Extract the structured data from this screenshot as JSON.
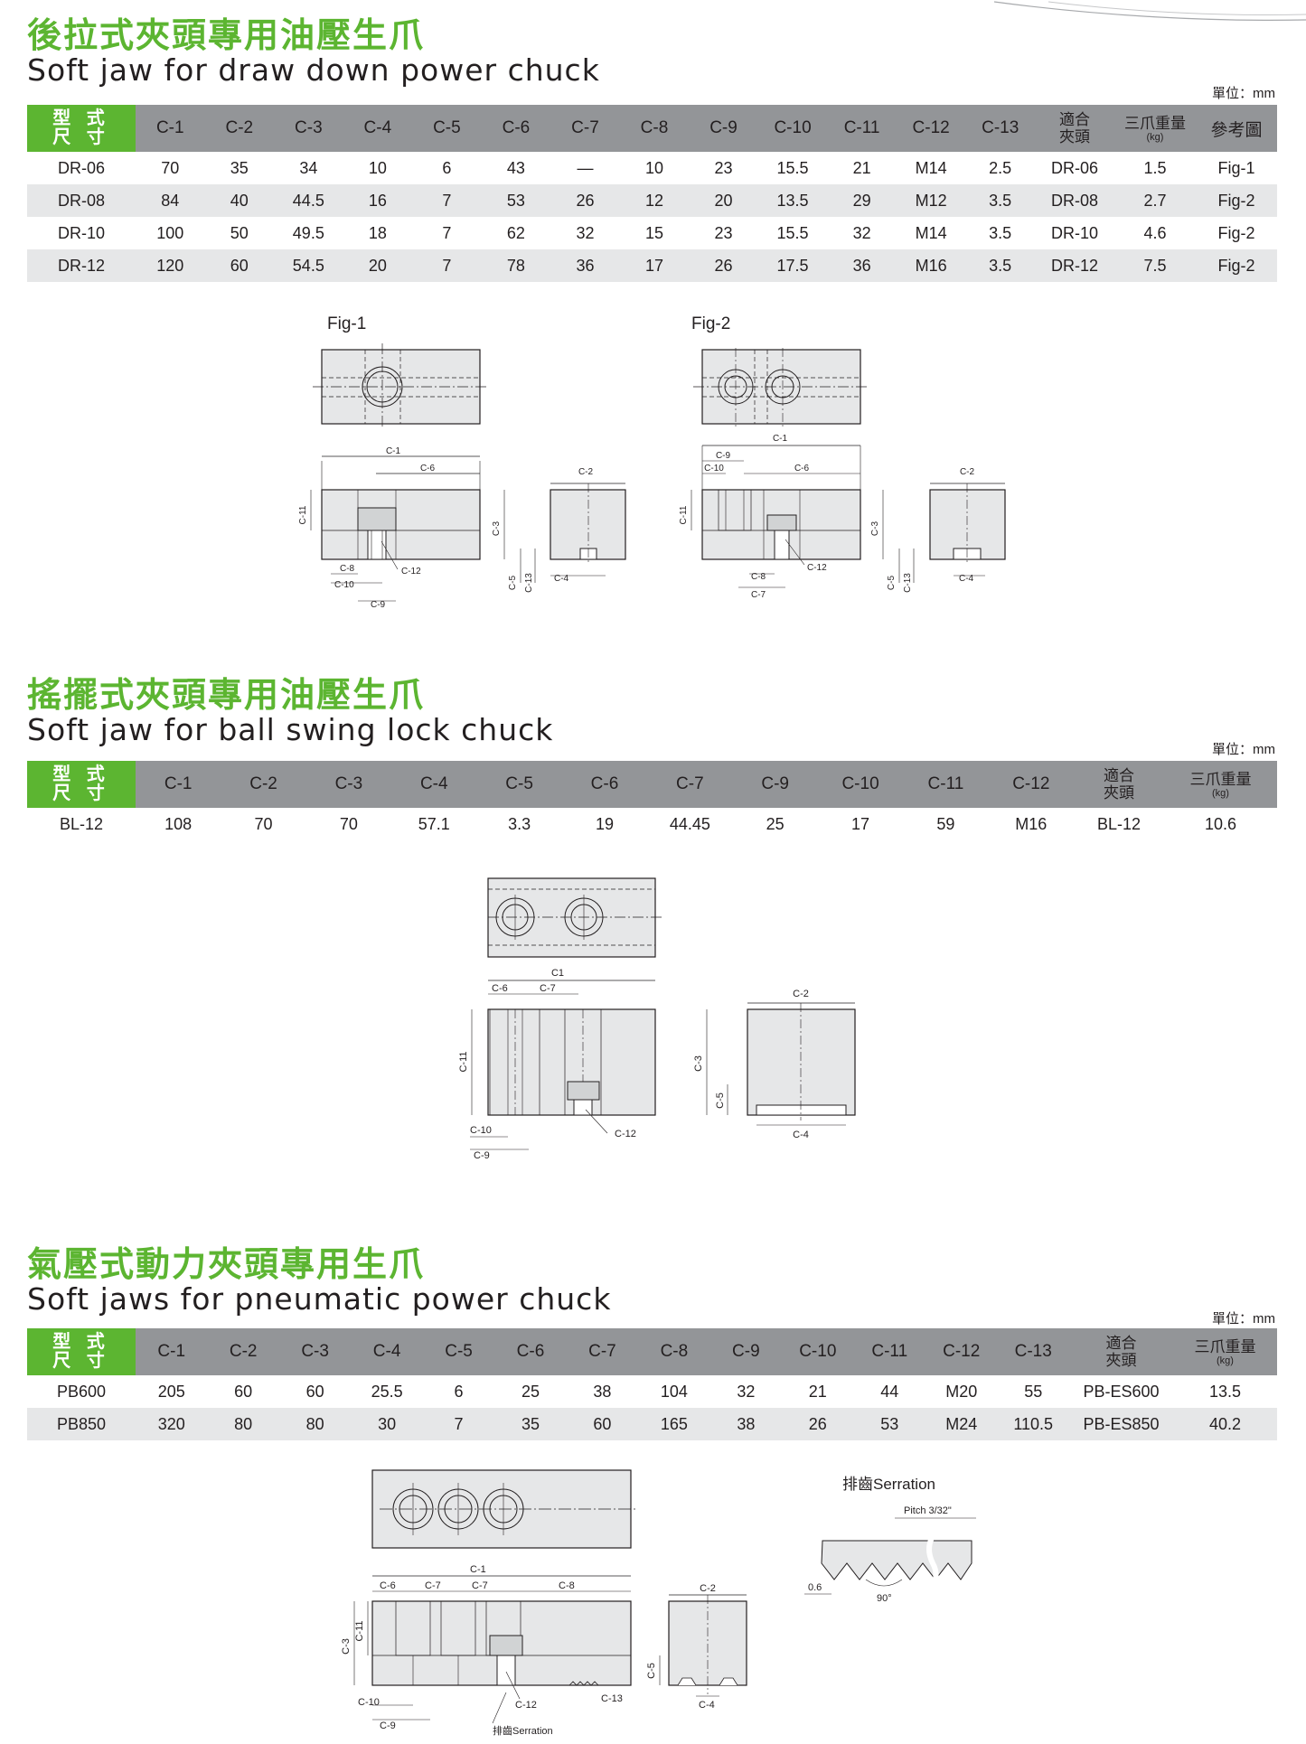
{
  "units_label": "單位：mm",
  "section1": {
    "title_cn": "後拉式夾頭專用油壓生爪",
    "title_en": "Soft jaw for draw down power chuck",
    "units": "單位：mm",
    "header_first_line1": "型 式",
    "header_first_line2": "尺 寸",
    "columns": [
      "C-1",
      "C-2",
      "C-3",
      "C-4",
      "C-5",
      "C-6",
      "C-7",
      "C-8",
      "C-9",
      "C-10",
      "C-11",
      "C-12",
      "C-13"
    ],
    "col_fit_line1": "適合",
    "col_fit_line2": "夾頭",
    "col_weight": "三爪重量",
    "col_weight_unit": "(kg)",
    "col_ref": "參考圖",
    "rows": [
      [
        "DR-06",
        "70",
        "35",
        "34",
        "10",
        "6",
        "43",
        "—",
        "10",
        "23",
        "15.5",
        "21",
        "M14",
        "2.5",
        "DR-06",
        "1.5",
        "Fig-1"
      ],
      [
        "DR-08",
        "84",
        "40",
        "44.5",
        "16",
        "7",
        "53",
        "26",
        "12",
        "20",
        "13.5",
        "29",
        "M12",
        "3.5",
        "DR-08",
        "2.7",
        "Fig-2"
      ],
      [
        "DR-10",
        "100",
        "50",
        "49.5",
        "18",
        "7",
        "62",
        "32",
        "15",
        "23",
        "15.5",
        "32",
        "M14",
        "3.5",
        "DR-10",
        "4.6",
        "Fig-2"
      ],
      [
        "DR-12",
        "120",
        "60",
        "54.5",
        "20",
        "7",
        "78",
        "36",
        "17",
        "26",
        "17.5",
        "36",
        "M16",
        "3.5",
        "DR-12",
        "7.5",
        "Fig-2"
      ]
    ],
    "fig1_label": "Fig-1",
    "fig2_label": "Fig-2"
  },
  "section2": {
    "title_cn": "搖擺式夾頭專用油壓生爪",
    "title_en": "Soft jaw for ball swing lock chuck",
    "units": "單位：mm",
    "header_first_line1": "型 式",
    "header_first_line2": "尺 寸",
    "columns": [
      "C-1",
      "C-2",
      "C-3",
      "C-4",
      "C-5",
      "C-6",
      "C-7",
      "C-9",
      "C-10",
      "C-11",
      "C-12"
    ],
    "col_fit_line1": "適合",
    "col_fit_line2": "夾頭",
    "col_weight": "三爪重量",
    "col_weight_unit": "(kg)",
    "rows": [
      [
        "BL-12",
        "108",
        "70",
        "70",
        "57.1",
        "3.3",
        "19",
        "44.45",
        "25",
        "17",
        "59",
        "M16",
        "BL-12",
        "10.6"
      ]
    ]
  },
  "section3": {
    "title_cn": "氣壓式動力夾頭專用生爪",
    "title_en": "Soft jaws for pneumatic power chuck",
    "units": "單位：mm",
    "header_first_line1": "型 式",
    "header_first_line2": "尺 寸",
    "columns": [
      "C-1",
      "C-2",
      "C-3",
      "C-4",
      "C-5",
      "C-6",
      "C-7",
      "C-8",
      "C-9",
      "C-10",
      "C-11",
      "C-12",
      "C-13"
    ],
    "col_fit_line1": "適合",
    "col_fit_line2": "夾頭",
    "col_weight": "三爪重量",
    "col_weight_unit": "(kg)",
    "rows": [
      [
        "PB600",
        "205",
        "60",
        "60",
        "25.5",
        "6",
        "25",
        "38",
        "104",
        "32",
        "21",
        "44",
        "M20",
        "55",
        "PB-ES600",
        "13.5"
      ],
      [
        "PB850",
        "320",
        "80",
        "80",
        "30",
        "7",
        "35",
        "60",
        "165",
        "38",
        "26",
        "53",
        "M24",
        "110.5",
        "PB-ES850",
        "40.2"
      ]
    ],
    "serration_title": "排齒Serration",
    "serration_pitch": "Pitch 3/32\"",
    "serration_depth": "0.6",
    "serration_angle": "90°",
    "serration_callout": "排齒Serration"
  },
  "colors": {
    "accent_green": "#5cb531",
    "header_gray": "#939598",
    "row_alt": "#e6e7e8",
    "part_fill": "#e6e7e8"
  }
}
